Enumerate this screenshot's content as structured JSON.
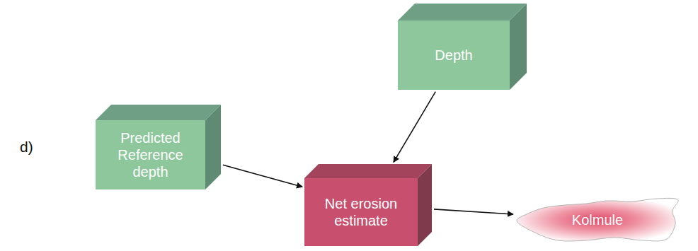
{
  "diagram": {
    "nodes": [
      {
        "text": [
          "Predicted Reference depth"
        ]
      },
      {
        "text": [
          "Depth"
        ]
      },
      {
        "text": [
          "Net erosion estimate"
        ]
      },
      {
        "text": [
          "Kolmule"
        ]
      }
    ],
    "edges": [
      {
        "from": 0,
        "to": 2,
        "arrow": "to"
      },
      {
        "from": 1,
        "to": 2,
        "arrow": "to"
      },
      {
        "from": 2,
        "to": 3,
        "arrow": "to"
      }
    ],
    "labels": [
      "d)"
    ]
  }
}
